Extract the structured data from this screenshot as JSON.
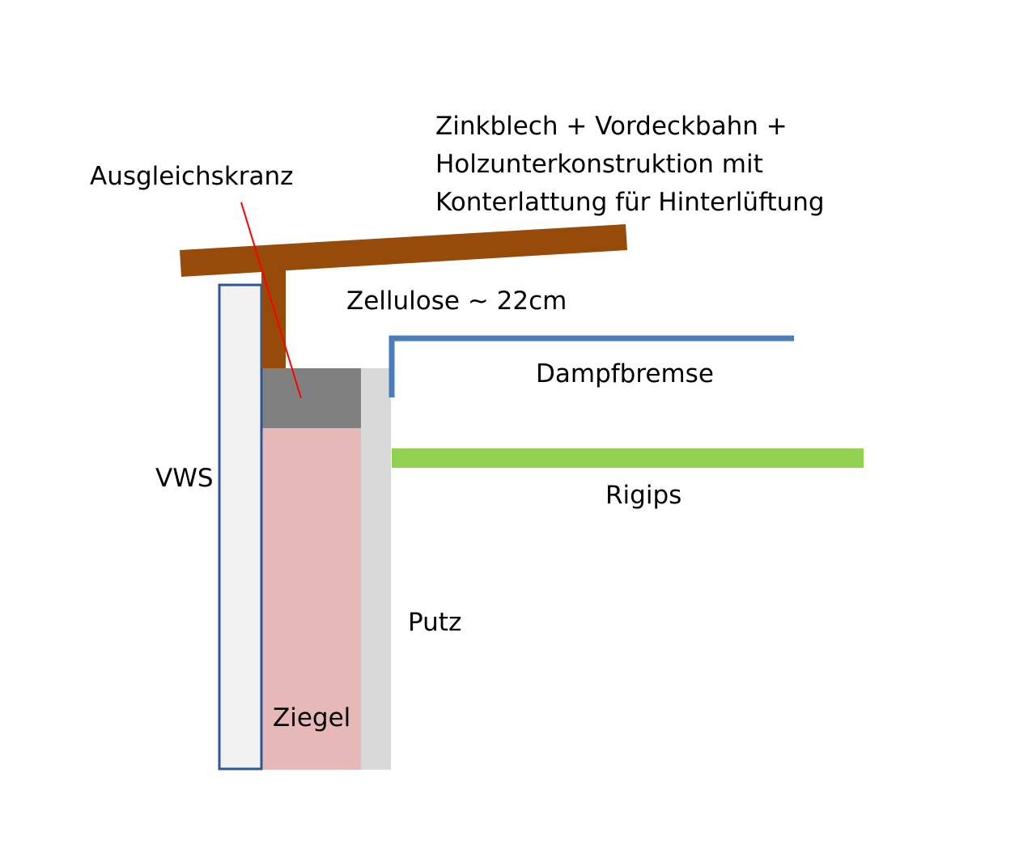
{
  "labels": {
    "roof": [
      "Zinkblech + Vordeckbahn +",
      "Holzunterkonstruktion mit",
      "Konterlattung für Hinterlüftung"
    ],
    "ausgleichskranz": "Ausgleichskranz",
    "zellulose": "Zellulose ~ 22cm",
    "dampfbremse": "Dampfbremse",
    "rigips": "Rigips",
    "vws": "VWS",
    "putz": "Putz",
    "ziegel": "Ziegel"
  },
  "colors": {
    "timber": "#964B0A",
    "vws_fill": "#F2F2F2",
    "vws_border": "#2F5597",
    "ausgleichskranz": "#808080",
    "ziegel": "#E6B8B7",
    "putz": "#D9D9D9",
    "dampfbremse": "#4A7EBB",
    "rigips": "#92D050",
    "pointer": "#FF0000"
  }
}
